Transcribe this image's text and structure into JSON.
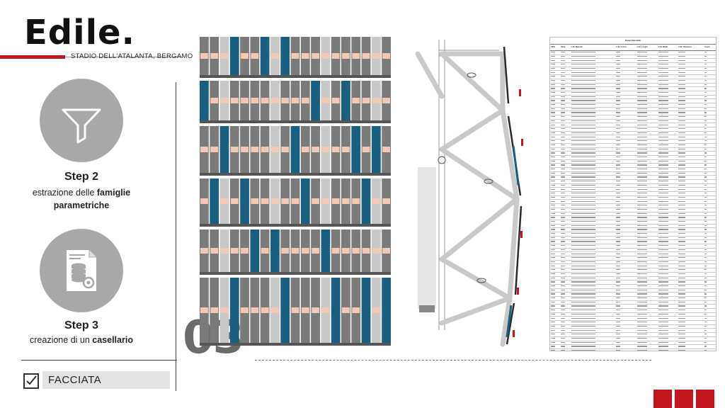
{
  "brand": {
    "logo": "Edile.",
    "subtitle": "STADIO DELL'ATALANTA, BERGAMO"
  },
  "steps": [
    {
      "icon": "filter-icon",
      "title": "Step 2",
      "desc_pre": "estrazione delle ",
      "desc_bold": "famiglie parametriche",
      "desc_post": ""
    },
    {
      "icon": "database-document-icon",
      "title": "Step 3",
      "desc_pre": "creazione di un ",
      "desc_bold": "casellario",
      "desc_post": ""
    }
  ],
  "slide_number": "03",
  "section_label": "FACCIATA",
  "colors": {
    "accent_red": "#c0181e",
    "panel_blue": "#1b5f80",
    "panel_grey": "#7a7a7a",
    "circle_grey": "#a8a8a8"
  },
  "schedule": {
    "title": "Panel Schedule",
    "headers": [
      "TIPO",
      "Mark",
      "C.W. Material",
      "C.W. Colour",
      "C.W. Length",
      "C.W. Width",
      "C.W. Thickness",
      "Count"
    ]
  }
}
